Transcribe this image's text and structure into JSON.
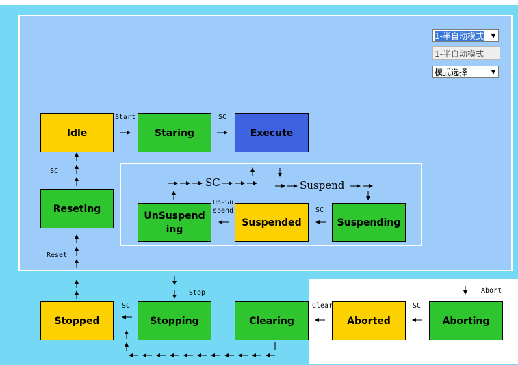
{
  "controls": {
    "mode_select": {
      "value": "1-半自动模式"
    },
    "mode_field": {
      "value": "1-半自动模式"
    },
    "mode_choose": {
      "value": "模式选择"
    }
  },
  "states": {
    "idle": "Idle",
    "staring": "Staring",
    "execute": "Execute",
    "reseting": "Reseting",
    "unsuspending": "UnSuspending",
    "suspended": "Suspended",
    "suspending": "Suspending",
    "stopped": "Stopped",
    "stopping": "Stopping",
    "clearing": "Clearing",
    "aborted": "Aborted",
    "aborting": "Aborting"
  },
  "labels": {
    "start": "Start",
    "sc": "SC",
    "reset": "Reset",
    "stop": "Stop",
    "abort": "Abort",
    "clear": "Clear",
    "unsuspend_line1": "Un-Su",
    "unsuspend_line2": "spend",
    "sc_flow": "SC",
    "suspend_flow": "Suspend"
  },
  "colors": {
    "yellow": "#fdd000",
    "green": "#2ec52e",
    "blue": "#3e63e0",
    "background": "#75d9f5",
    "panel": "#9dccfa"
  }
}
